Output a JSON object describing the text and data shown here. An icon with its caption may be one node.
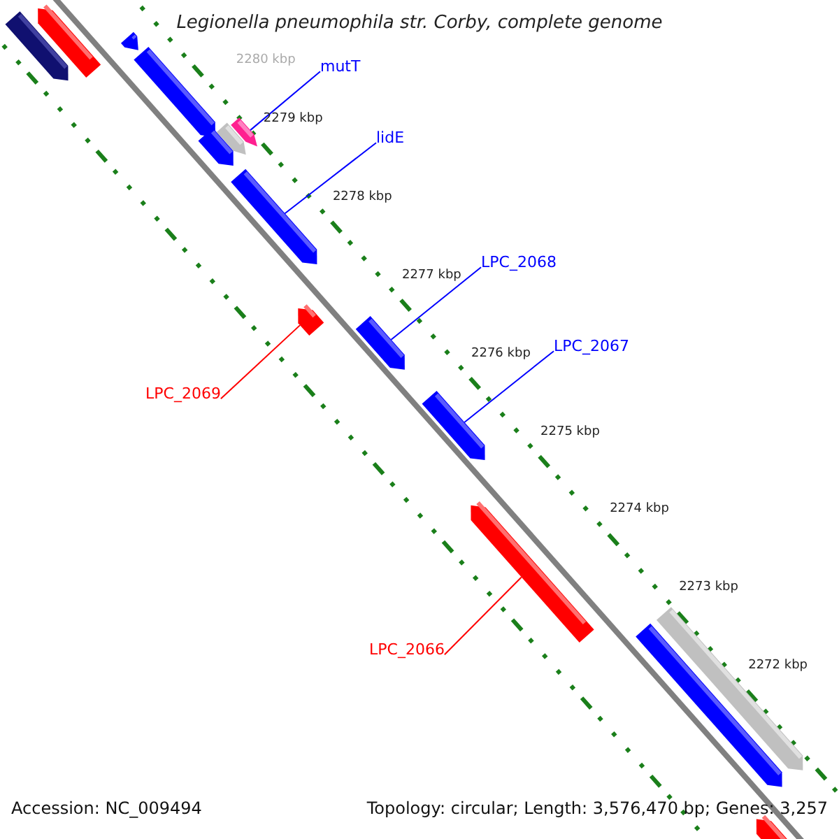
{
  "diagram": {
    "title": "Legionella pneumophila str. Corby, complete genome",
    "nodes": [
      {
        "text": [],
        "shape": "bar"
      },
      {
        "text": [],
        "shape": "bar"
      },
      {
        "text": [],
        "shape": "bar"
      },
      {
        "text": [],
        "shape": "bar"
      },
      {
        "text": [
          "mutT"
        ]
      },
      {
        "text": [],
        "shape": "bar"
      },
      {
        "text": [],
        "shape": "bar"
      },
      {
        "text": [],
        "shape": "bar"
      },
      {
        "text": [
          "lidE"
        ]
      },
      {
        "text": [],
        "shape": "bar"
      },
      {
        "text": [
          "LPC_2068"
        ]
      },
      {
        "text": [],
        "shape": "bar"
      },
      {
        "text": [],
        "shape": "bar"
      },
      {
        "text": [
          "LPC_2069"
        ]
      },
      {
        "text": [
          "LPC_2067"
        ]
      },
      {
        "text": [],
        "shape": "bar"
      },
      {
        "text": [
          "LPC_2066"
        ]
      },
      {
        "text": [],
        "shape": "bar"
      },
      {
        "text": [],
        "shape": "bar"
      },
      {
        "text": [],
        "shape": "bar"
      },
      {
        "text": [],
        "shape": "bar"
      }
    ],
    "edges": [
      {
        "from": 4,
        "to": 7,
        "arrow": "none"
      },
      {
        "from": 8,
        "to": 9,
        "arrow": "none"
      },
      {
        "from": 10,
        "to": 11,
        "arrow": "none"
      },
      {
        "from": 14,
        "to": 15,
        "arrow": "none"
      },
      {
        "from": 13,
        "to": 12,
        "arrow": "none",
        "color": "#ff0000"
      },
      {
        "from": 16,
        "to": 17,
        "arrow": "none",
        "color": "#ff0000"
      }
    ],
    "labels": [
      "2280 kbp",
      "2279 kbp",
      "2278 kbp",
      "2277 kbp",
      "2276 kbp",
      "2275 kbp",
      "2274 kbp",
      "2273 kbp",
      "2272 kbp",
      "Accession: NC_009494",
      "Topology: circular; Length: 3,576,470 bp; Genes: 3,257"
    ]
  }
}
